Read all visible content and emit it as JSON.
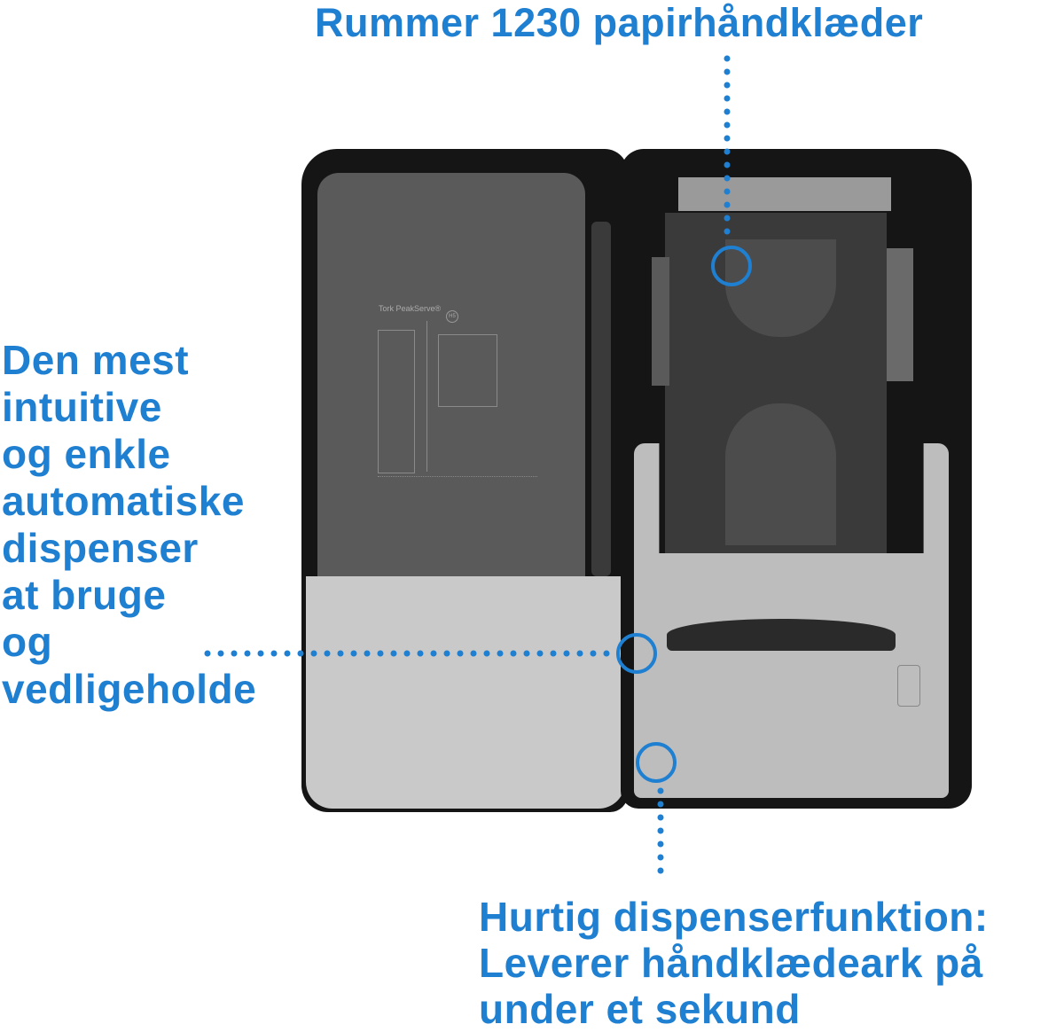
{
  "callouts": {
    "top": "Rummer 1230 papirhåndklæder",
    "left": "Den mest\nintuitive\nog enkle\nautomatiske\ndispenser\nat bruge\nog\nvedligeholde",
    "bottom": "Hurtig dispenserfunktion:\nLeverer håndklædeark på\nunder et sekund"
  },
  "product": {
    "door_label": "Tork PeakServe®",
    "door_badge": "H5"
  },
  "colors": {
    "accent": "#1f7fd1",
    "frame": "#151515",
    "panel_dark": "#555555",
    "panel_light": "#c9c9c9"
  }
}
